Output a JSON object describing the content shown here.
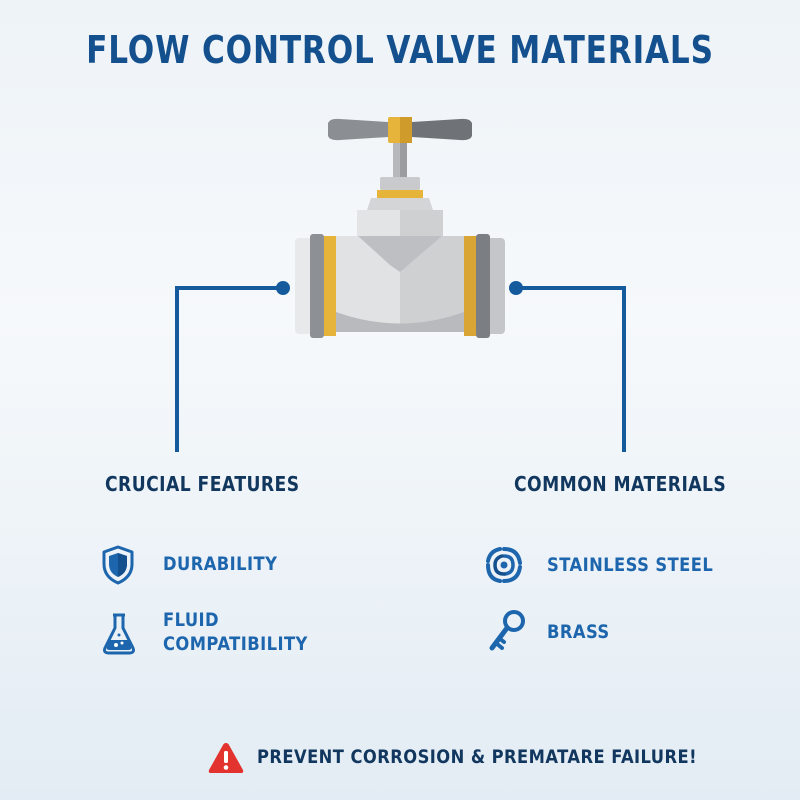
{
  "title": "FLOW CONTROL VALVE MATERIALS",
  "left": {
    "heading": "CRUCIAL FEATURES",
    "items": [
      {
        "label_lines": [
          "DURABILITY"
        ],
        "icon": "shield-icon"
      },
      {
        "label_lines": [
          "FLUID",
          "COMPATIBILITY"
        ],
        "icon": "flask-icon"
      }
    ]
  },
  "right": {
    "heading": "COMMON MATERIALS",
    "items": [
      {
        "label_lines": [
          "STAINLESS STEEL"
        ],
        "icon": "swirl-icon"
      },
      {
        "label_lines": [
          "BRASS"
        ],
        "icon": "key-icon"
      }
    ]
  },
  "footer": {
    "text": "PREVENT CORROSION & PREMATARE FAILURE!",
    "icon": "warning-icon"
  },
  "colors": {
    "title": "#14508e",
    "heading": "#12375f",
    "accent": "#1d66ad",
    "connector": "#145a9c",
    "valve_body": "#d9dadb",
    "valve_gold": "#e6b43a",
    "warning_red": "#e2332e"
  }
}
